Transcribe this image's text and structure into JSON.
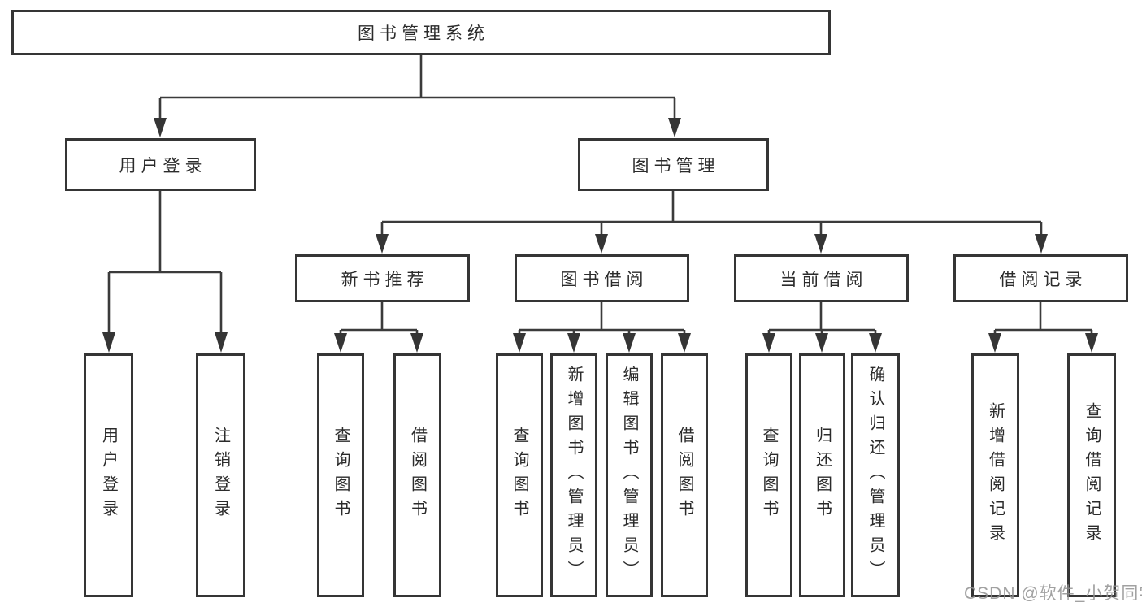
{
  "tree": {
    "root": "图书管理系统",
    "login": {
      "label": "用户登录",
      "children": [
        "用户登录",
        "注销登录"
      ]
    },
    "manage": {
      "label": "图书管理",
      "sections": [
        {
          "label": "新书推荐",
          "children": [
            "查询图书",
            "借阅图书"
          ]
        },
        {
          "label": "图书借阅",
          "children": [
            "查询图书",
            "新增图书（管理员）",
            "编辑图书（管理员）",
            "借阅图书"
          ]
        },
        {
          "label": "当前借阅",
          "children": [
            "查询图书",
            "归还图书",
            "确认归还（管理员）"
          ]
        },
        {
          "label": "借阅记录",
          "children": [
            "新增借阅记录",
            "查询借阅记录"
          ]
        }
      ]
    }
  },
  "watermark": {
    "text": "CSDN @软件_小贺同学"
  },
  "colors": {
    "line": "#3b3b3b",
    "box_border": "#353535",
    "text": "#2b2b2b",
    "watermark": "#919191",
    "background": "#ffffff"
  }
}
